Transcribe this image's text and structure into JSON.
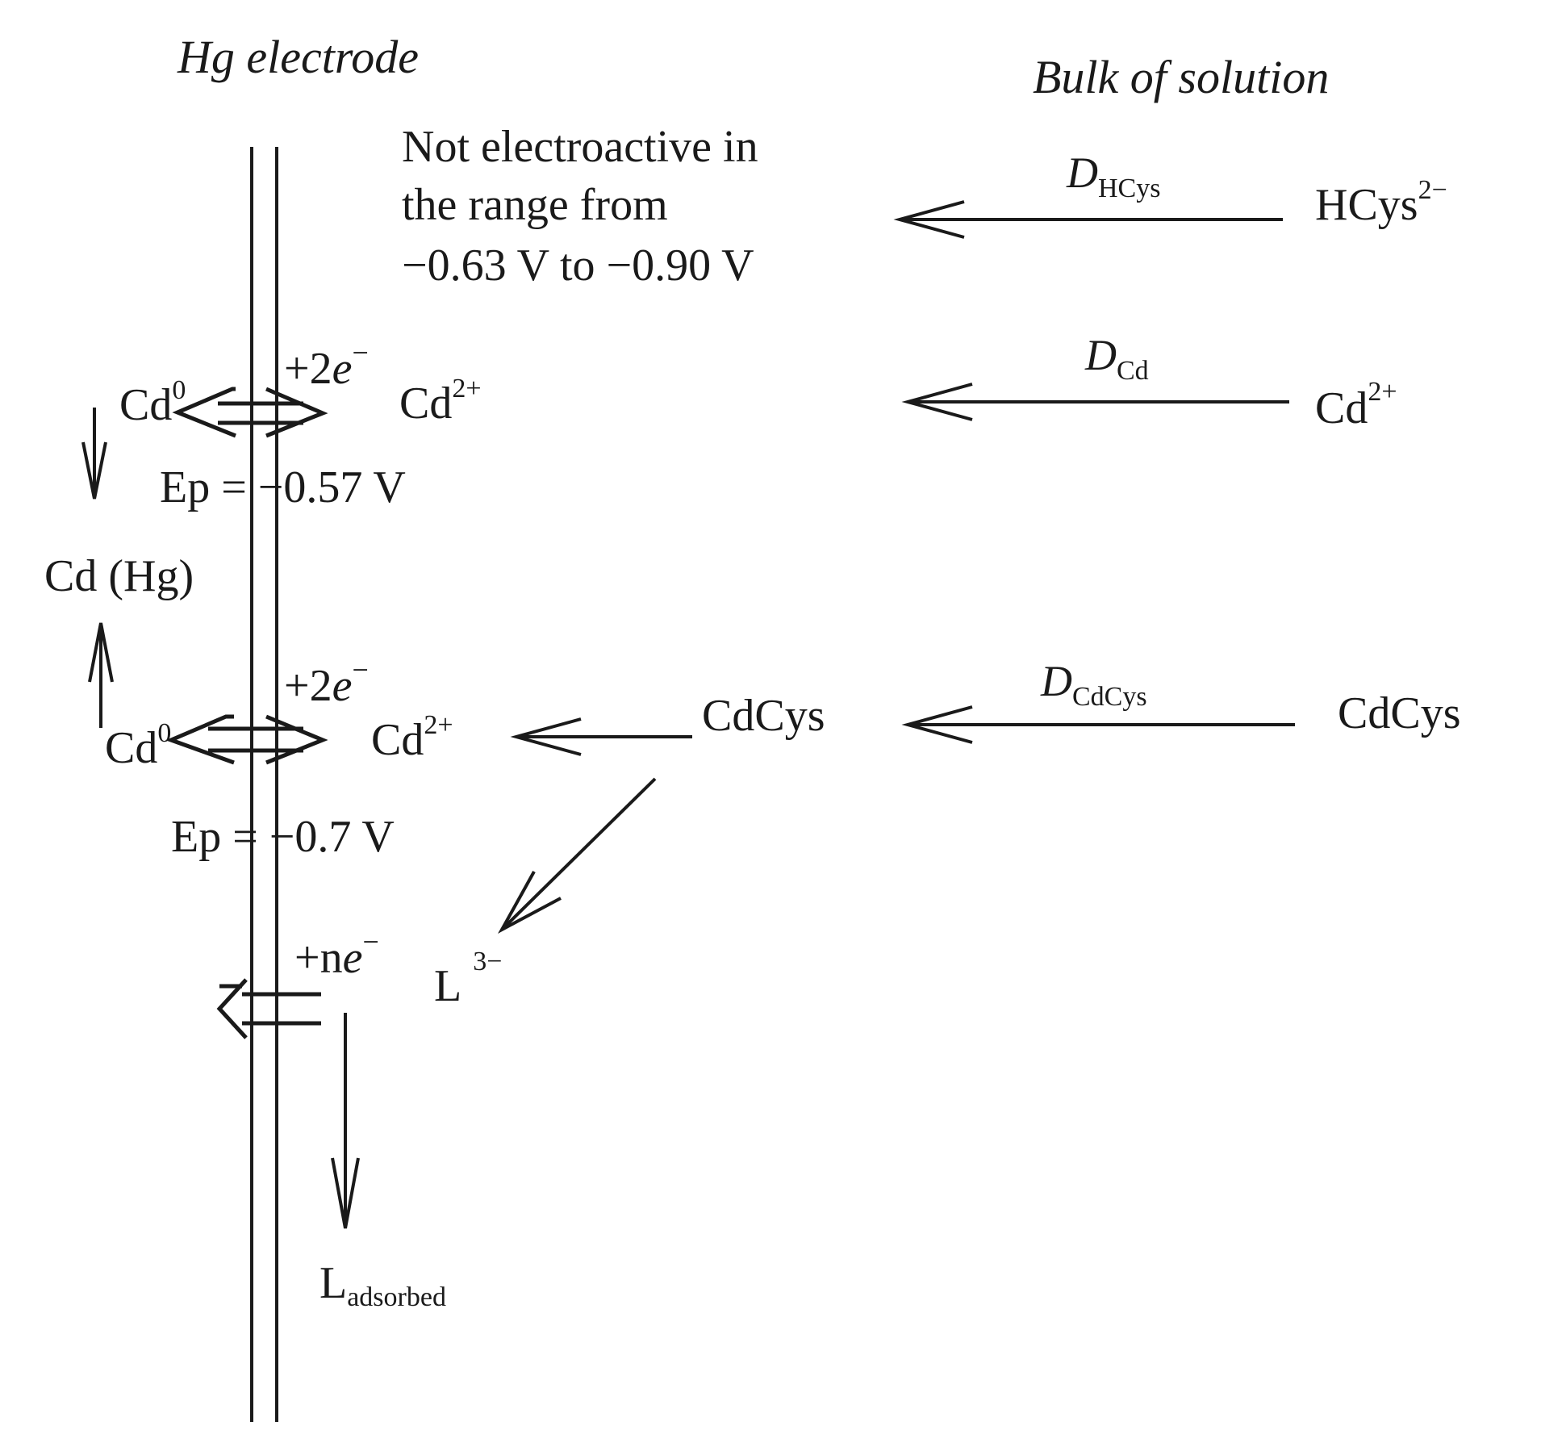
{
  "headers": {
    "electrode": "Hg electrode",
    "bulk": "Bulk of solution"
  },
  "note": {
    "line1": "Not electroactive in",
    "line2": "the range from",
    "line3": "−0.63 V to −0.90 V"
  },
  "diffusion": {
    "hcys": {
      "symbol": "D",
      "subscript": "HCys"
    },
    "cd": {
      "symbol": "D",
      "subscript": "Cd"
    },
    "cdcys": {
      "symbol": "D",
      "subscript": "CdCys"
    }
  },
  "bulk_species": {
    "hcys": {
      "base": "HCys",
      "charge": "2−"
    },
    "cd": {
      "base": "Cd",
      "charge": "2+"
    },
    "cdcys": {
      "base": "CdCys"
    }
  },
  "reaction1": {
    "electrons": {
      "prefix": "+2",
      "e": "e",
      "sign": "−"
    },
    "ion": {
      "base": "Cd",
      "charge": "2+"
    },
    "metal": {
      "base": "Cd",
      "charge": "0"
    },
    "peak": "Ep = −0.57 V"
  },
  "amalgam": "Cd (Hg)",
  "reaction2": {
    "electrons": {
      "prefix": "+2",
      "e": "e",
      "sign": "−"
    },
    "ion": {
      "base": "Cd",
      "charge": "2+"
    },
    "metal": {
      "base": "Cd",
      "charge": "0"
    },
    "peak": "Ep = −0.7 V",
    "complex": "CdCys"
  },
  "reaction3": {
    "electrons": {
      "prefix": "+n",
      "e": "e",
      "sign": "−"
    },
    "ligand": {
      "base": "L",
      "charge": "3−"
    },
    "adsorbed": {
      "base": "L",
      "subscript": "adsorbed"
    }
  }
}
